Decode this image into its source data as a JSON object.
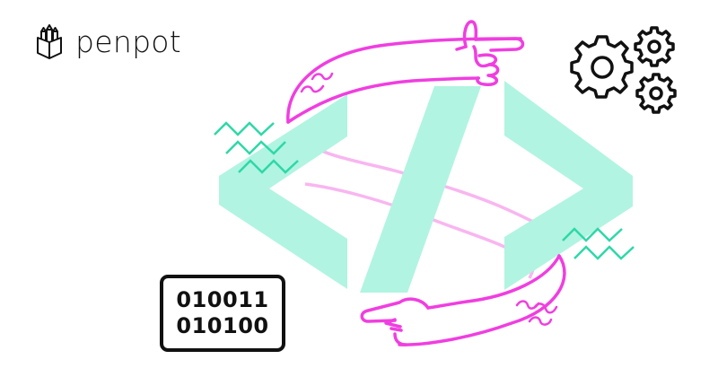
{
  "brand": {
    "name": "penpot",
    "icon": "penpot-pencil-box-icon"
  },
  "binary": {
    "lines": [
      "010011",
      "010100"
    ]
  },
  "illustration": {
    "description": "Code brackets </> with two pointing hands circling around, gears and binary box",
    "icons": [
      "code-brackets-icon",
      "pointing-hand-right-icon",
      "pointing-hand-left-icon",
      "gears-icon",
      "zigzag-decoration-icon"
    ],
    "colors": {
      "mint": "#b1f4e1",
      "magenta": "#f03ee0",
      "pale_pink": "#f8b6f0",
      "teal_zigzag": "#2ed8a8",
      "ink": "#111111"
    }
  }
}
